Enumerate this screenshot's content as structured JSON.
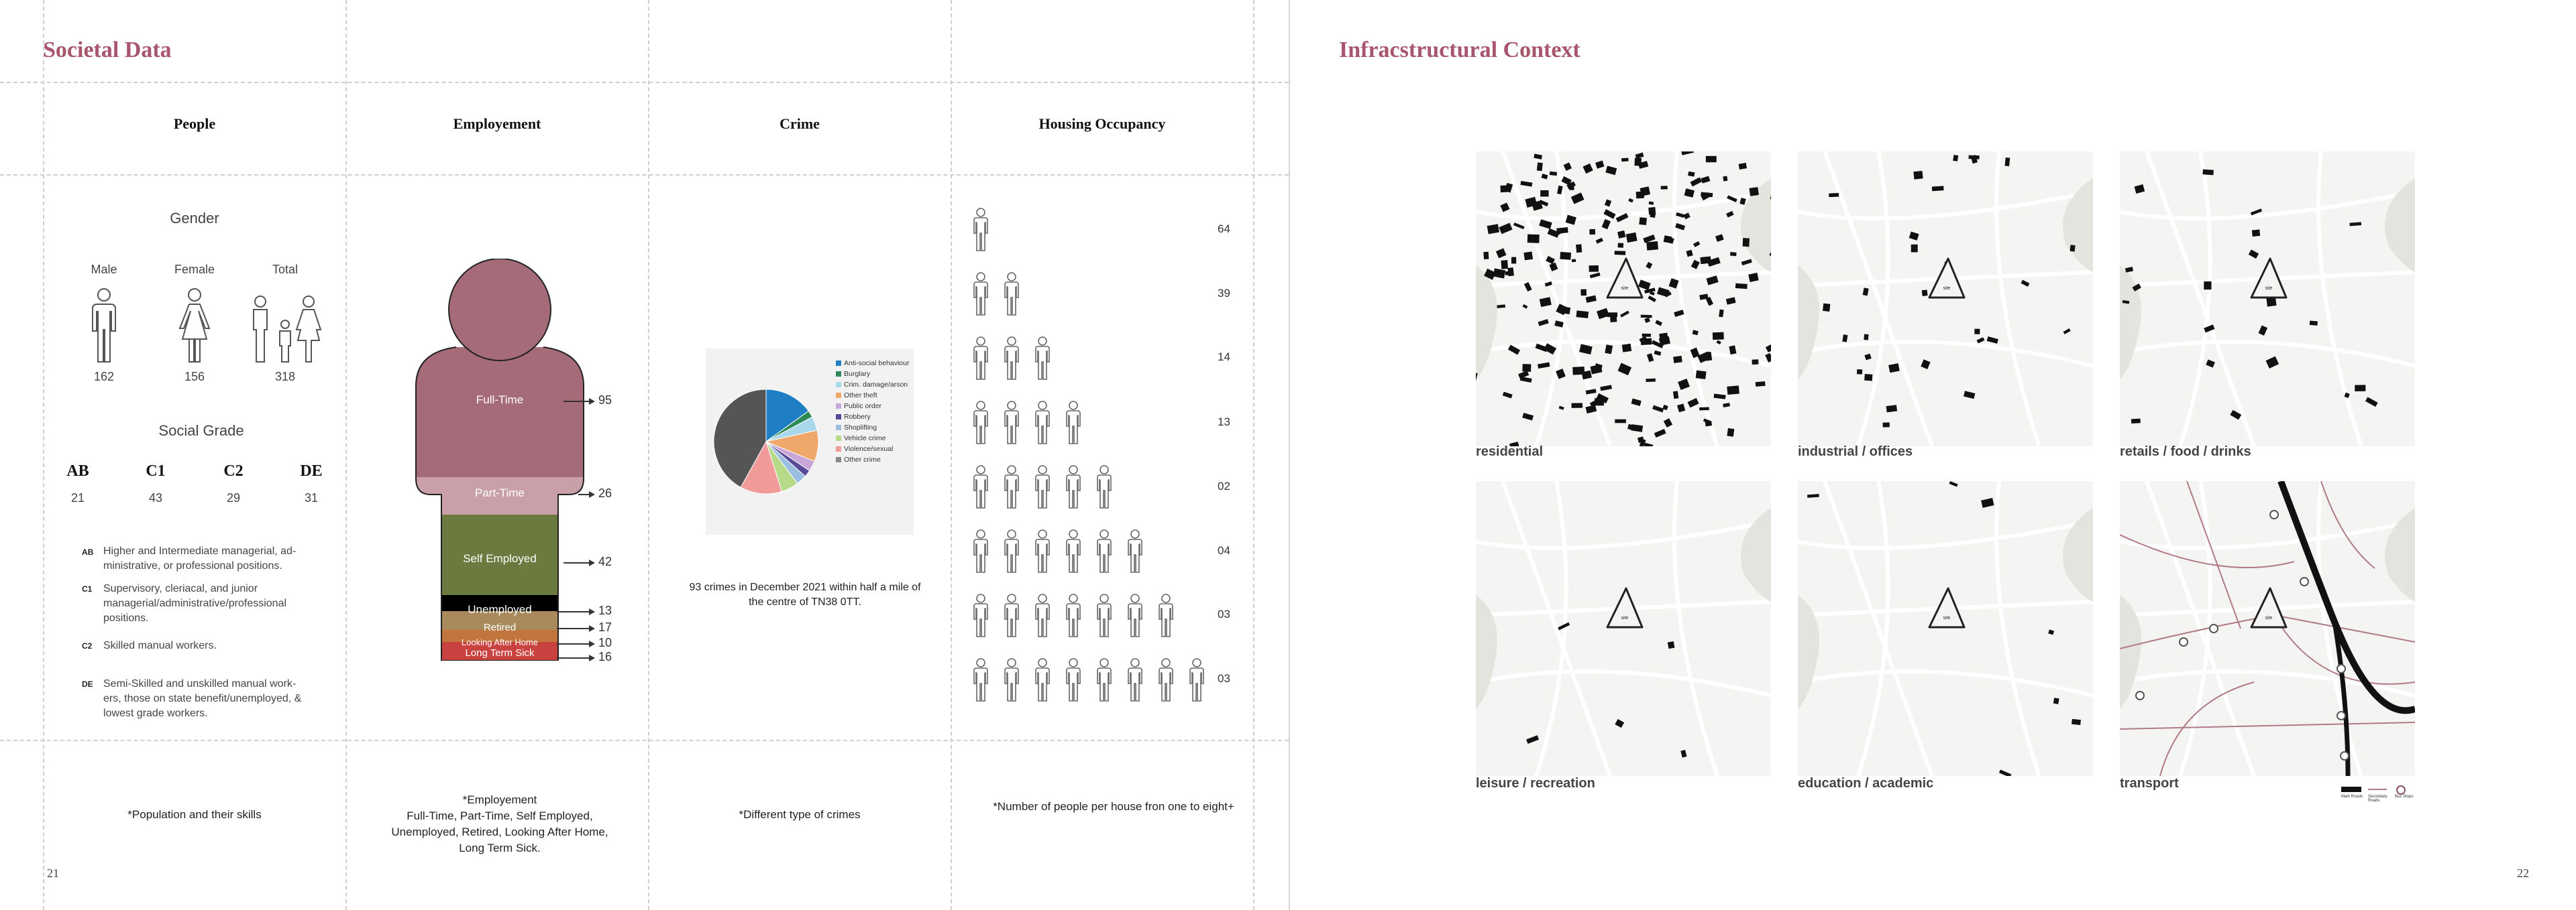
{
  "left_page": {
    "title": "Societal Data",
    "page_number": "21",
    "columns": [
      "People",
      "Employement",
      "Crime",
      "Housing Occupancy"
    ],
    "people": {
      "gender_title": "Gender",
      "gender": [
        {
          "label": "Male",
          "value": "162"
        },
        {
          "label": "Female",
          "value": "156"
        },
        {
          "label": "Total",
          "value": "318"
        }
      ],
      "grade_title": "Social Grade",
      "grades": [
        {
          "code": "AB",
          "value": "21"
        },
        {
          "code": "C1",
          "value": "43"
        },
        {
          "code": "C2",
          "value": "29"
        },
        {
          "code": "DE",
          "value": "31"
        }
      ],
      "definitions": [
        {
          "code": "AB",
          "text": "Higher and Intermediate managerial, ad-ministrative, or professional positions."
        },
        {
          "code": "C1",
          "text": "Supervisory, cleriacal, and junior managerial/administrative/professional positions."
        },
        {
          "code": "C2",
          "text": "Skilled manual workers."
        },
        {
          "code": "DE",
          "text": "Semi-Skilled and unskilled manual work-ers, those on state benefit/unemployed, & lowest grade workers."
        }
      ],
      "note": "*Population and their skills"
    },
    "employment": {
      "categories": [
        {
          "label": "Full-Time",
          "value": "95",
          "color": "#a56b78"
        },
        {
          "label": "Part-Time",
          "value": "26",
          "color": "#c9a0a8"
        },
        {
          "label": "Self Employed",
          "value": "42",
          "color": "#6b7a3f"
        },
        {
          "label": "Unemployed",
          "value": "13",
          "color": "#000000"
        },
        {
          "label": "Retired",
          "value": "17",
          "color": "#a98a5c"
        },
        {
          "label": "Looking After Home",
          "value": "10",
          "color": "#c2763e"
        },
        {
          "label": "Long Term Sick",
          "value": "16",
          "color": "#c8433f"
        }
      ],
      "note": "*Employement\nFull-Time, Part-Time, Self Employed,\nUnemployed, Retired, Looking After Home,\nLong Term Sick."
    },
    "crime": {
      "legend": [
        {
          "label": "Anti-social behaviour",
          "color": "#1f7fc4"
        },
        {
          "label": "Burglary",
          "color": "#2e8b57"
        },
        {
          "label": "Crim. damage/arson",
          "color": "#a8d8ea"
        },
        {
          "label": "Other theft",
          "color": "#f0a86a"
        },
        {
          "label": "Public order",
          "color": "#c9a6d8"
        },
        {
          "label": "Robbery",
          "color": "#5a4a9a"
        },
        {
          "label": "Shoplifting",
          "color": "#9bbfe0"
        },
        {
          "label": "Vehicle crime",
          "color": "#b7d98a"
        },
        {
          "label": "Violence/sexual",
          "color": "#f09a9a"
        },
        {
          "label": "Other crime",
          "color": "#888888"
        }
      ],
      "caption": "93 crimes in December 2021 within half a mile of the centre of TN38 0TT.",
      "note": "*Different type of crimes"
    },
    "housing": {
      "values": [
        "64",
        "39",
        "14",
        "13",
        "02",
        "04",
        "03",
        "03"
      ],
      "note": "*Number of people per house fron one to eight+"
    }
  },
  "right_page": {
    "title": "Infracstructural Context",
    "page_number": "22",
    "maps": [
      {
        "label": "residential"
      },
      {
        "label": "industrial / offices"
      },
      {
        "label": "retails / food / drinks"
      },
      {
        "label": "leisure / recreation"
      },
      {
        "label": "education / academic"
      },
      {
        "label": "transport"
      }
    ],
    "site_label": "site",
    "transport_legend": [
      "Main Roads",
      "Secondary Roads",
      "Bus Stops"
    ]
  },
  "chart_data": {
    "type": "pie",
    "categories": [
      "Anti-social behaviour",
      "Burglary",
      "Crim. damage/arson",
      "Other theft",
      "Public order",
      "Robbery",
      "Shoplifting",
      "Vehicle crime",
      "Violence/sexual",
      "Other crime"
    ],
    "values": [
      14,
      2,
      4,
      9,
      3,
      2,
      3,
      5,
      12,
      39
    ],
    "unit": "crimes",
    "slice_colors": [
      "#1f7fc4",
      "#2e8b57",
      "#a8d8ea",
      "#f0a86a",
      "#c9a6d8",
      "#5a4a9a",
      "#9bbfe0",
      "#b7d98a",
      "#f09a9a",
      "#555555"
    ]
  }
}
